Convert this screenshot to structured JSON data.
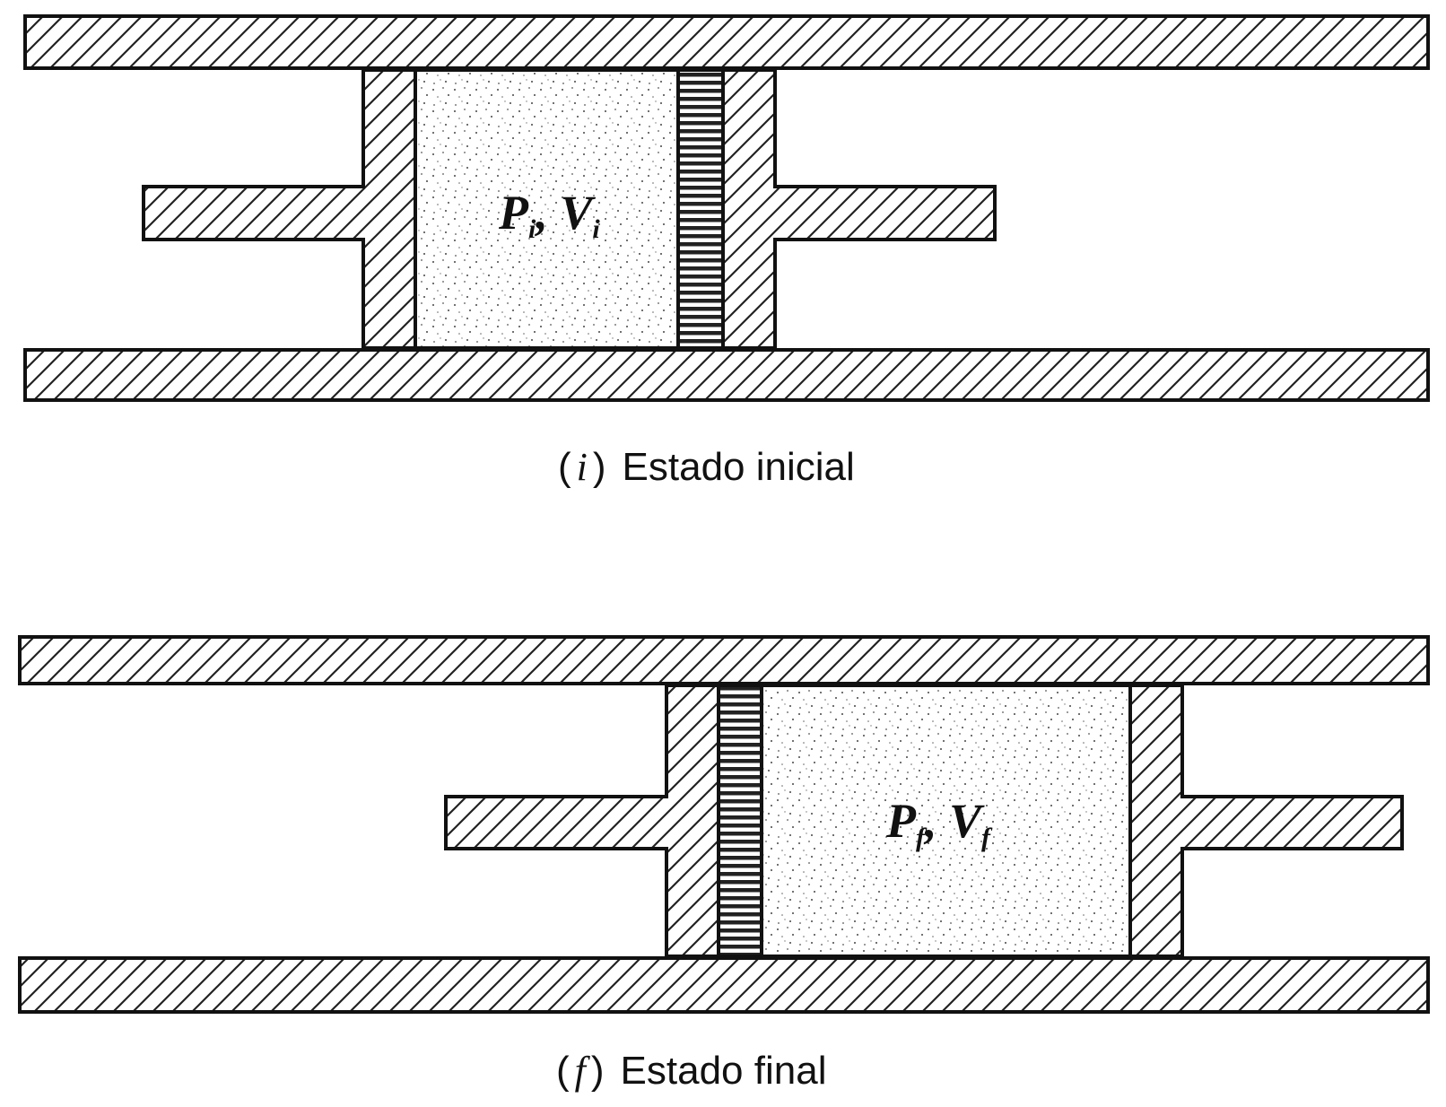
{
  "panels": [
    {
      "id": "initial",
      "gas_label": {
        "p": "P",
        "p_sub": "i",
        "sep": ", ",
        "v": "V",
        "v_sub": "i"
      },
      "caption": {
        "open": "(",
        "var": "i",
        "close": ")",
        "text": "Estado inicial"
      }
    },
    {
      "id": "final",
      "gas_label": {
        "p": "P",
        "p_sub": "f",
        "sep": ", ",
        "v": "V",
        "v_sub": "f"
      },
      "caption": {
        "open": "(",
        "var": "f",
        "close": ")",
        "text": "Estado final"
      }
    }
  ]
}
